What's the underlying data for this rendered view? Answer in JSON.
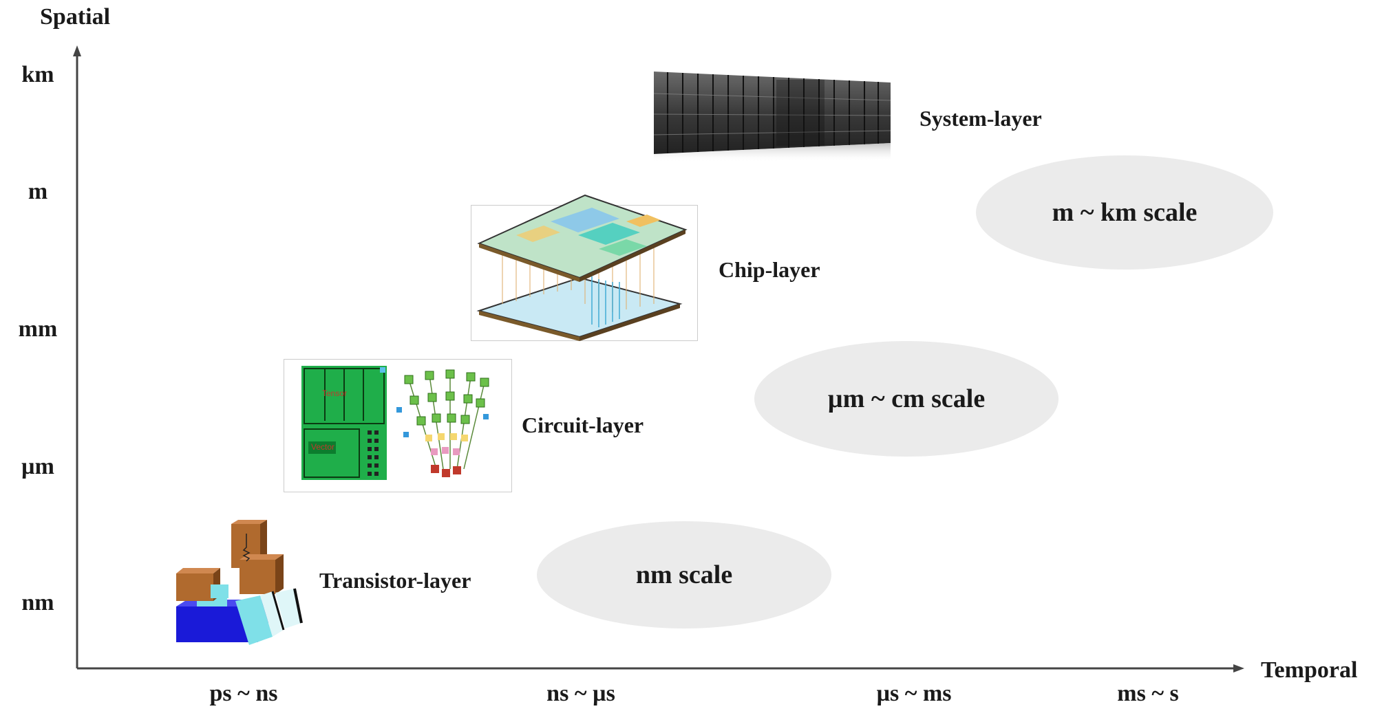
{
  "axes": {
    "y_title": "Spatial",
    "x_title": "Temporal",
    "y_ticks": [
      "km",
      "m",
      "mm",
      "µm",
      "nm"
    ],
    "x_ticks": [
      "ps ~ ns",
      "ns ~ µs",
      "µs ~ ms",
      "ms ~ s"
    ]
  },
  "layers": {
    "system": "System-layer",
    "chip": "Chip-layer",
    "circuit": "Circuit-layer",
    "transistor": "Transistor-layer"
  },
  "scales": {
    "large": "m ~ km scale",
    "medium": "µm ~ cm scale",
    "small": "nm scale"
  },
  "circuit_labels": {
    "tensor": "Tensor",
    "vector": "Vector"
  },
  "colors": {
    "ellipse": "#ebebeb",
    "axis": "#444444",
    "chip_layer": "#c8e6c9",
    "circuit_board": "#1fae4a",
    "transistor_metal": "#8b4513",
    "transistor_base": "#1a1ad8",
    "transistor_fin": "#7fe0e8"
  }
}
